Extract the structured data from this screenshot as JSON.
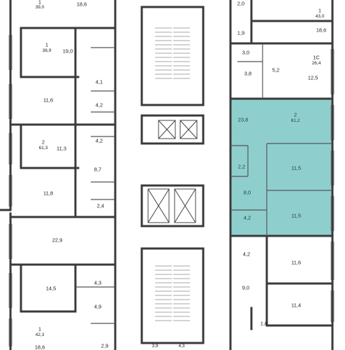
{
  "plan": {
    "highlight_color": "#8ecfce",
    "wall_color": "#3a3a3a",
    "selected_apartment": {
      "rooms": "2",
      "area": "61,2"
    },
    "labels": {
      "l_a_room": "1",
      "l_a_area": "39,0",
      "l_a_big": "18,6",
      "l_b_room": "1",
      "l_b_area": "38,9",
      "l_b_big": "19,0",
      "l_b_bath": "4,1",
      "l_c_kitchen": "11,6",
      "l_c_bath1": "4,2",
      "l_c_bath2": "4,2",
      "l_d_room": "2",
      "l_d_area": "61,3",
      "l_d_a": "11,3",
      "l_d_hall": "8,7",
      "l_d_b": "11,8",
      "l_d_bath": "2,4",
      "l_e_big": "22,9",
      "l_f_a": "14,5",
      "l_f_bath": "4,3",
      "l_f_hall": "4,9",
      "l_g_room": "1",
      "l_g_area": "42,3",
      "l_g_big": "18,6",
      "l_g_small": "2,9",
      "l_core_a": "3,9",
      "l_core_b": "4,3",
      "r_a_small": "2,0",
      "r_a_room": "1",
      "r_a_area": "43,0",
      "r_a_big": "18,6",
      "r_a_bath": "1,9",
      "r_b_hall": "3,0",
      "r_b_bath": "3,8",
      "r_b_c": "5,2",
      "r_b_room": "1С",
      "r_b_area": "26,4",
      "r_b_big": "12,5",
      "r_c_big": "23,8",
      "r_c_bath": "2,2",
      "r_c_a": "11,5",
      "r_c_hall": "8,0",
      "r_c_b": "11,5",
      "r_c_bath2": "4,2",
      "r_d_bath": "4,2",
      "r_d_a": "11,6",
      "r_d_hall": "9,0",
      "r_d_b": "11,4",
      "r_d_bath2": "1,8"
    }
  }
}
